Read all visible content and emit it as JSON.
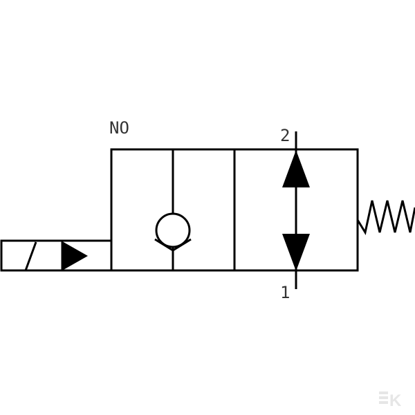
{
  "diagram": {
    "type": "hydraulic-solenoid-valve-symbol",
    "mode_label": "NO",
    "port_top": "2",
    "port_bottom": "1",
    "stroke_color": "#000000",
    "text_color": "#333333",
    "watermark_color": "#e6e6e6",
    "watermark_text": "K"
  }
}
